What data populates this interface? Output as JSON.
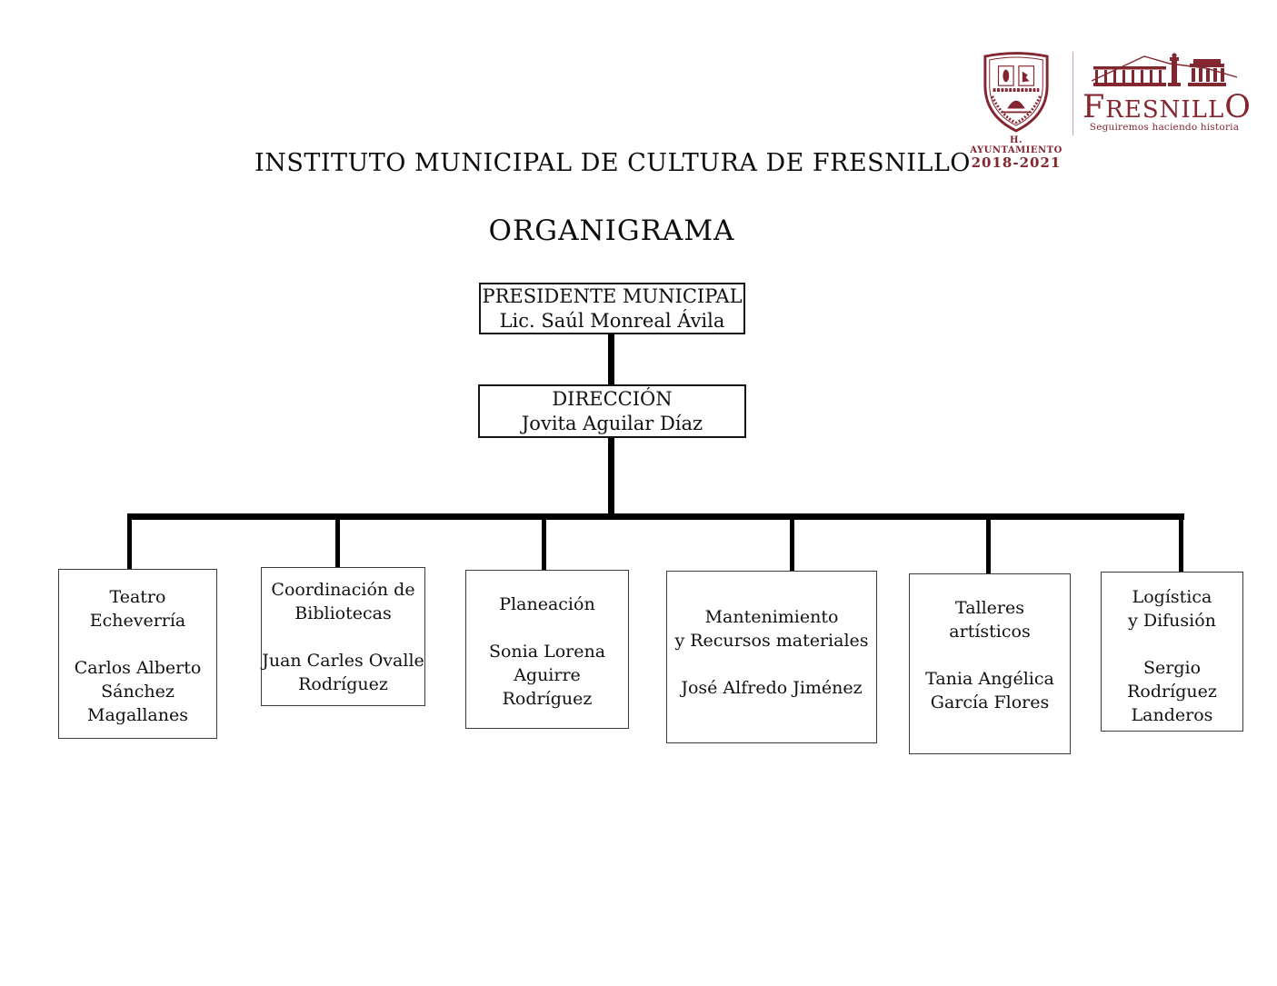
{
  "header": {
    "crest": {
      "icon": "municipal-crest",
      "caption": "H. AYUNTAMIENTO",
      "years": "2018-2021"
    },
    "logo": {
      "icon": "fresnillo-skyline",
      "name_first": "F",
      "name_mid": "RESNILL",
      "name_last": "O",
      "tagline": "Seguiremos haciendo historia"
    }
  },
  "titles": {
    "main": "INSTITUTO MUNICIPAL DE CULTURA DE FRESNILLO",
    "subtitle": "ORGANIGRAMA"
  },
  "org": {
    "president": {
      "role": "PRESIDENTE MUNICIPAL",
      "name": "Lic. Saúl Monreal Ávila"
    },
    "direction": {
      "role": "DIRECCIÓN",
      "name": "Jovita Aguilar Díaz"
    },
    "departments": [
      {
        "role": "Teatro\nEcheverría",
        "name": "Carlos Alberto\nSánchez\nMagallanes"
      },
      {
        "role": "Coordinación de\nBibliotecas",
        "name": "Juan Carles Ovalle\nRodríguez"
      },
      {
        "role": "Planeación",
        "name": "Sonia Lorena\nAguirre Rodríguez"
      },
      {
        "role": "Mantenimiento\ny Recursos materiales",
        "name": "José Alfredo Jiménez"
      },
      {
        "role": "Talleres\nartísticos",
        "name": "Tania Angélica\nGarcía Flores"
      },
      {
        "role": "Logística\ny Difusión",
        "name": "Sergio\nRodríguez\nLanderos"
      }
    ]
  },
  "colors": {
    "brand_maroon": "#83262f",
    "connector": "#000000",
    "box_border": "#3c3c3c"
  }
}
